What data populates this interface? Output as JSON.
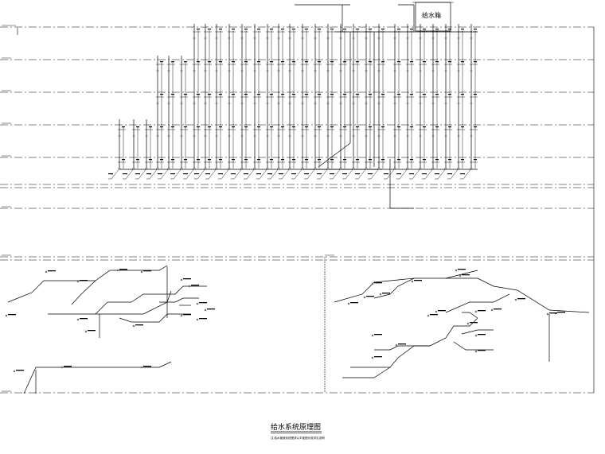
{
  "drawing": {
    "title": "给水系统原理图",
    "subtitle": "注:给水管道系统图请以平面图为准详见说明",
    "tank_label": "给水箱"
  }
}
